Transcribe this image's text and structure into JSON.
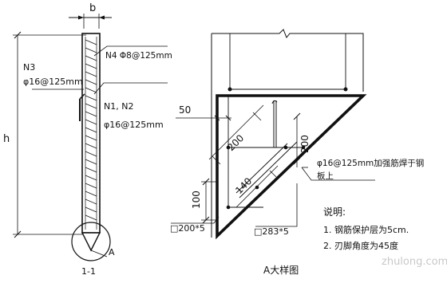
{
  "section_view": {
    "dim_b": "b",
    "dim_h": "h",
    "n4_label": "N4 Φ8@125mm",
    "n3_label": "N3",
    "n3_spec": "φ16@125mm",
    "n1n2_label": "N1, N2",
    "n1n2_spec": "φ16@125mm",
    "point_a": "A",
    "title": "1-1"
  },
  "detail_view": {
    "dim_50": "50",
    "dim_200_diag": "200",
    "dim_200_vert": "200",
    "dim_140": "140",
    "dim_100": "100",
    "plate_1": "□200*5",
    "plate_2": "□283*5",
    "note_weld_line1": "φ16@125mm加强筋焊于钢",
    "note_weld_line2": "板上",
    "title": "A大样图"
  },
  "notes": {
    "heading": "说明:",
    "item1": "1. 钢筋保护层为5cm.",
    "item2": "2. 刃脚角度为45度"
  },
  "watermark": "zhulong.com"
}
